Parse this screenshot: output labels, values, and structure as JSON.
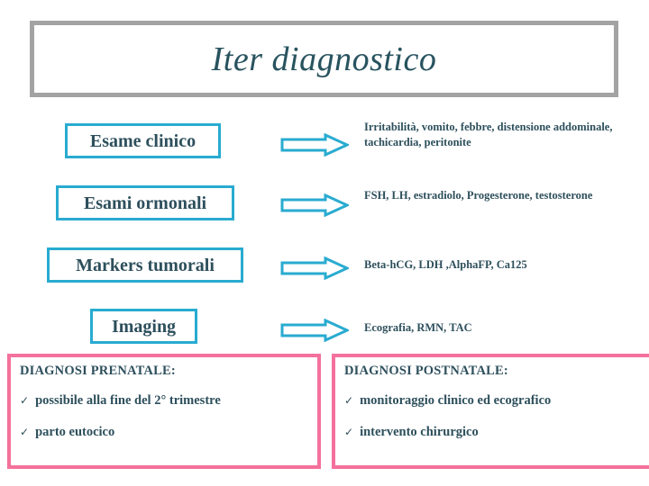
{
  "slide": {
    "title": "Iter diagnostico",
    "colors": {
      "title_border": "#a3a3a3",
      "title_text": "#28535f",
      "box_border": "#29abd0",
      "arrow": "#29abd0",
      "text": "#2d4f5c",
      "panel_border": "#f4719c",
      "background": "#ffffff"
    }
  },
  "steps": [
    {
      "label": "Esame clinico",
      "arrow_icon": "right-arrow-icon",
      "description": "Irritabilità, vomito, febbre, distensione addominale, tachicardia, peritonite"
    },
    {
      "label": "Esami ormonali",
      "arrow_icon": "right-arrow-icon",
      "description": "FSH, LH, estradiolo, Progesterone, testosterone"
    },
    {
      "label": "Markers tumorali",
      "arrow_icon": "right-arrow-icon",
      "description": "Beta-hCG, LDH ,AlphaFP, Ca125"
    },
    {
      "label": "Imaging",
      "arrow_icon": "right-arrow-icon",
      "description": "Ecografia, RMN, TAC"
    }
  ],
  "panels": [
    {
      "heading": "DIAGNOSI PRENATALE:",
      "bullet_glyph": "✓",
      "items": [
        "possibile alla fine del 2° trimestre",
        "parto eutocico"
      ]
    },
    {
      "heading": "DIAGNOSI POSTNATALE:",
      "bullet_glyph": "✓",
      "items": [
        "monitoraggio clinico ed ecografico",
        "intervento chirurgico"
      ]
    }
  ]
}
